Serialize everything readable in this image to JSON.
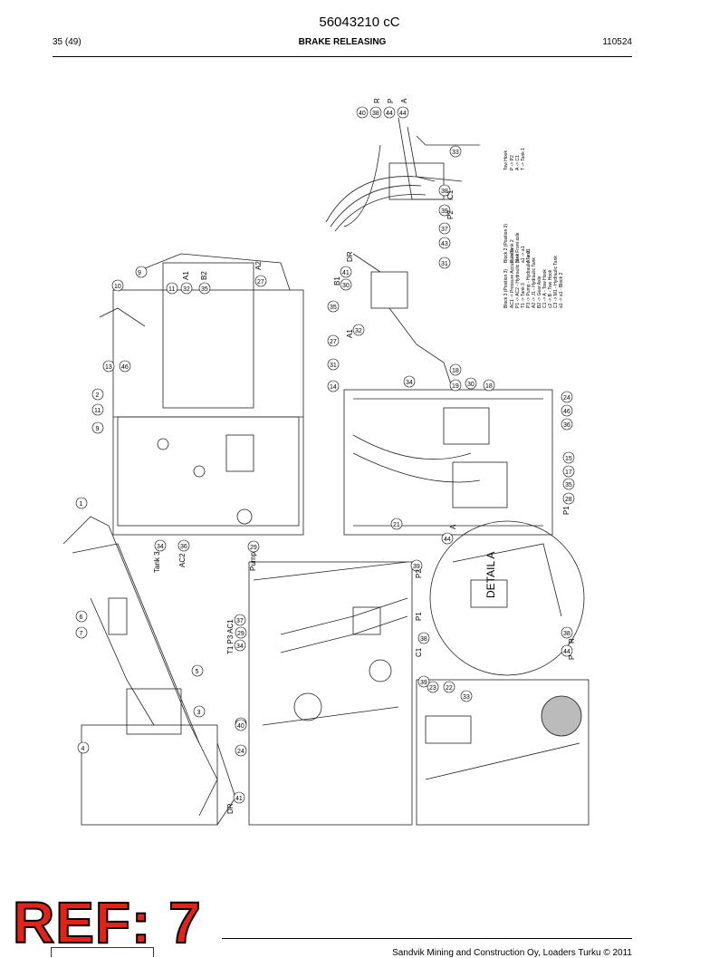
{
  "header": {
    "doc_number": "56043210 cC",
    "page": "35 (49)",
    "title": "BRAKE RELEASING",
    "date_code": "110524"
  },
  "drawing": {
    "detail_label": "DETAIL A",
    "callouts": [
      "1",
      "2",
      "3",
      "4",
      "5",
      "6",
      "7",
      "9",
      "10",
      "11",
      "13",
      "14",
      "15",
      "17",
      "18",
      "19",
      "21",
      "22",
      "23",
      "24",
      "27",
      "28",
      "29",
      "30",
      "31",
      "32",
      "33",
      "34",
      "35",
      "36",
      "37",
      "38",
      "39",
      "40",
      "41",
      "43",
      "44",
      "46"
    ],
    "port_labels": [
      "R",
      "P",
      "A",
      "P2",
      "C1",
      "A1",
      "A2",
      "B1",
      "B2",
      "DR",
      "P1",
      "T1",
      "P3",
      "AC1",
      "AC2",
      "Tank 3",
      "Pump"
    ],
    "legend_block3_title": "Block 3 (Position 3)",
    "legend_block3": [
      "AC1 -> Pressure Accumulator",
      "P1 -> AC2 - Hydraulic Tank",
      "T1 -> Tank 3",
      "P3 -> Pump - Hydraulic Tank",
      "A2 -> J1 - Hydraulic Tank",
      "B2 -> Gear Axle",
      "C1 -> A - Tow Hook",
      "c2 -> B - Tow Hook",
      "C3 -> M1 - Hydraulic Tank",
      "a1 -> a1 - Block 2"
    ],
    "legend_block2_title": "Block 2 (Position 3)",
    "legend_block2": [
      "D -> Tank 2",
      "pl -> Front axle",
      "a1 -> a1",
      "A -> J1"
    ],
    "legend_tow_title": "Tow Hook",
    "legend_tow": [
      "P -> P2",
      "A -> C1",
      "T -> Tank 1"
    ]
  },
  "stamp": {
    "text": "REF: 7"
  },
  "footer": {
    "text": "Sandvik Mining and Construction Oy, Loaders Turku © 2011"
  }
}
